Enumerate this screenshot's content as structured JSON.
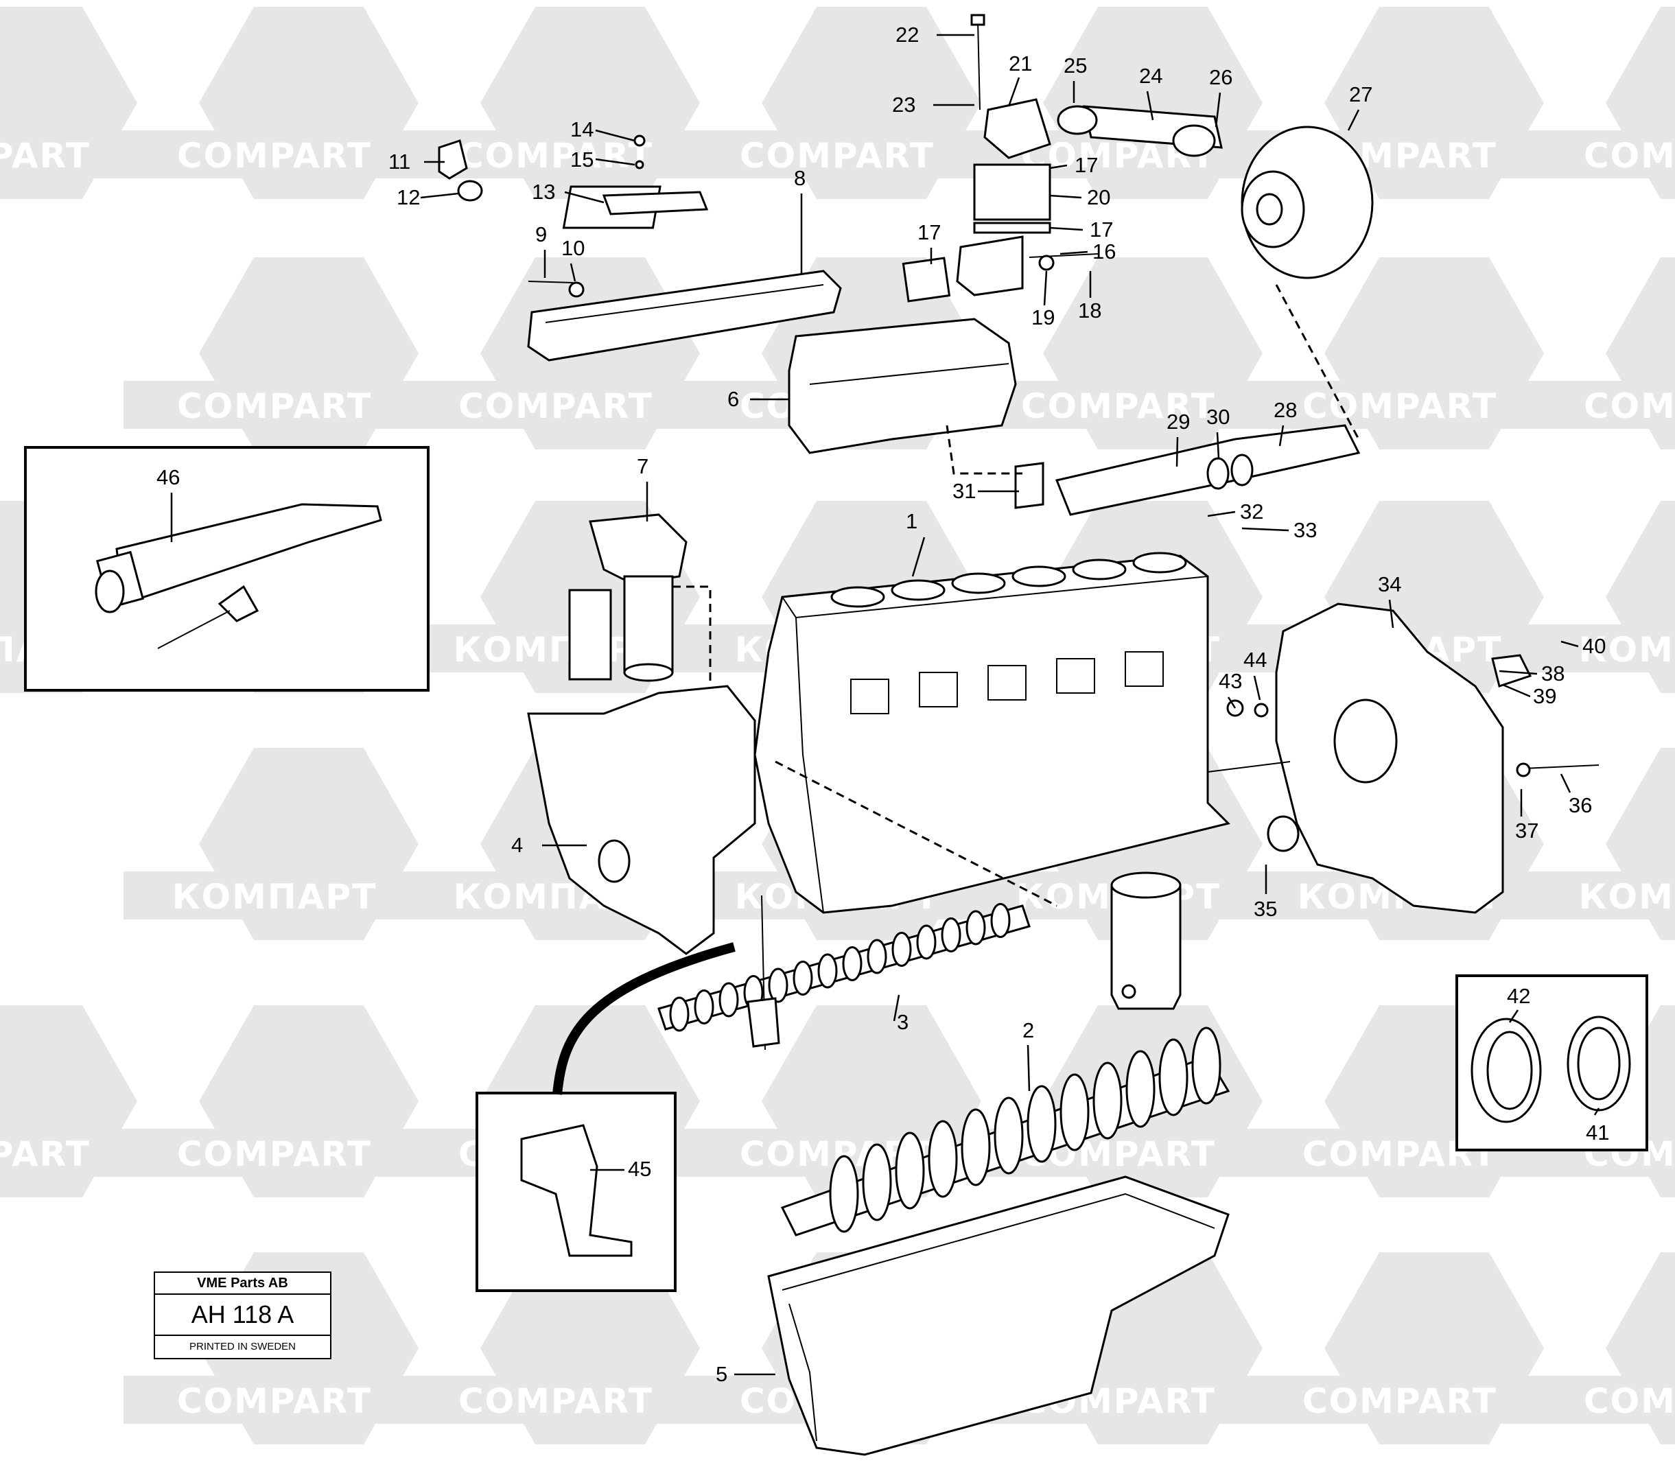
{
  "watermark": {
    "text_latin": "COMPART",
    "text_cyrillic": "КОМПАРТ",
    "color": "#e6e6e6"
  },
  "stamp": {
    "company": "VME Parts AB",
    "code": "AH 118 A",
    "printed": "PRINTED IN SWEDEN"
  },
  "callouts": {
    "c1": "1",
    "c2": "2",
    "c3": "3",
    "c4": "4",
    "c5": "5",
    "c6": "6",
    "c7": "7",
    "c8": "8",
    "c9": "9",
    "c10": "10",
    "c11": "11",
    "c12": "12",
    "c13": "13",
    "c14": "14",
    "c15": "15",
    "c16": "16",
    "c17a": "17",
    "c17b": "17",
    "c17c": "17",
    "c18": "18",
    "c19": "19",
    "c20": "20",
    "c21": "21",
    "c22": "22",
    "c23": "23",
    "c24": "24",
    "c25": "25",
    "c26": "26",
    "c27": "27",
    "c28": "28",
    "c29": "29",
    "c30": "30",
    "c31": "31",
    "c32": "32",
    "c33": "33",
    "c34": "34",
    "c35": "35",
    "c36": "36",
    "c37": "37",
    "c38": "38",
    "c39": "39",
    "c40": "40",
    "c41": "41",
    "c42": "42",
    "c43": "43",
    "c44": "44",
    "c45": "45",
    "c46": "46"
  }
}
